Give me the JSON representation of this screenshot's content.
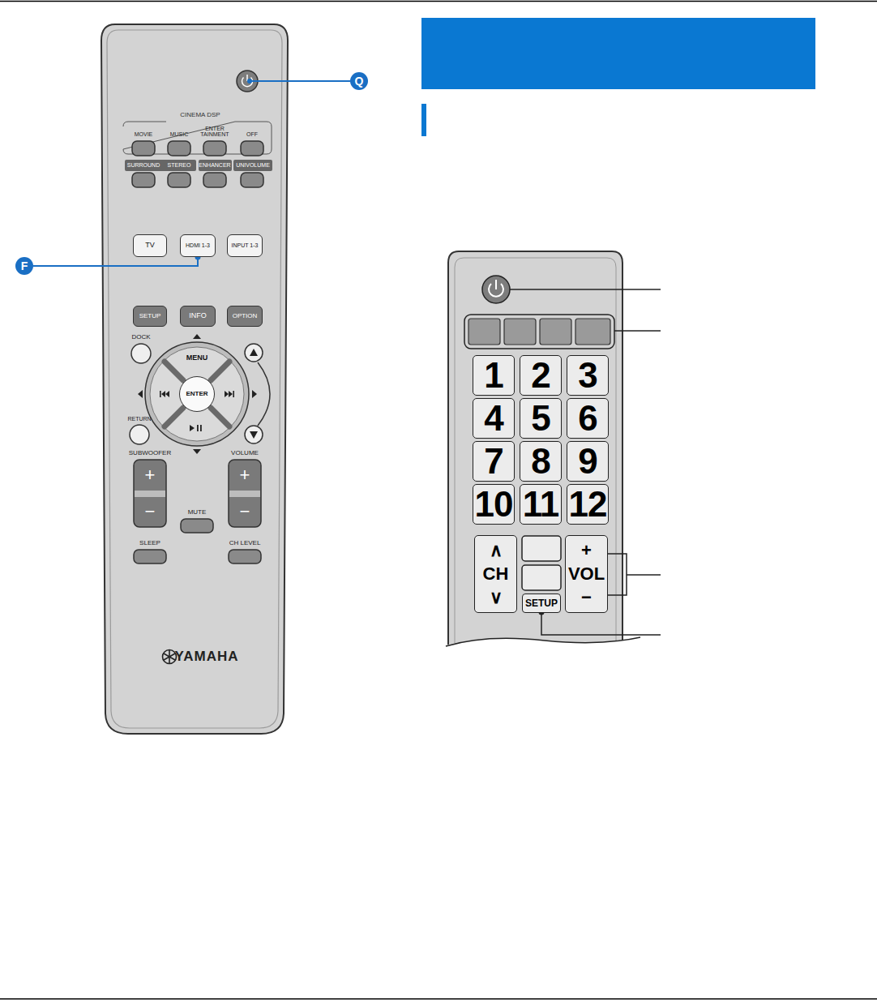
{
  "diagram": {
    "nodes": [
      {
        "text": [
          "Q"
        ]
      },
      {
        "text": [
          "TV"
        ]
      },
      {
        "text": [
          "HDMI 1-3"
        ]
      },
      {
        "text": [
          "INPUT 1-3"
        ]
      },
      {
        "text": [
          "F"
        ]
      },
      {
        "text": [
          "SETUP"
        ]
      },
      {
        "text": [
          "INFO"
        ]
      },
      {
        "text": [
          "OPTION"
        ]
      },
      {
        "text": [
          "ENTER"
        ]
      },
      {
        "text": [
          "1"
        ]
      },
      {
        "text": [
          "2"
        ]
      },
      {
        "text": [
          "3"
        ]
      },
      {
        "text": [
          "4"
        ]
      },
      {
        "text": [
          "5"
        ]
      },
      {
        "text": [
          "6"
        ]
      },
      {
        "text": [
          "7"
        ]
      },
      {
        "text": [
          "8"
        ]
      },
      {
        "text": [
          "9"
        ]
      },
      {
        "text": [
          "10"
        ]
      },
      {
        "text": [
          "11"
        ]
      },
      {
        "text": [
          "12"
        ]
      },
      {
        "text": [
          "∧",
          "CH",
          "∨"
        ]
      },
      {
        "text": [
          "+",
          "VOL",
          "−"
        ]
      },
      {
        "text": [
          "SETUP"
        ]
      }
    ],
    "edges": [
      {
        "from": 4,
        "to": 2,
        "arrow": "none"
      }
    ],
    "labels": [
      "CINEMA DSP",
      "MOVIE",
      "MUSIC",
      "ENTER TAINMENT",
      "OFF",
      "SURROUND",
      "STEREO",
      "ENHANCER",
      "UNIVOLUME",
      "DOCK",
      "MENU",
      "RETURN",
      "SUBWOOFER",
      "VOLUME",
      "+",
      "−",
      "+",
      "−",
      "MUTE",
      "SLEEP",
      "CH LEVEL",
      "YAMAHA"
    ]
  }
}
